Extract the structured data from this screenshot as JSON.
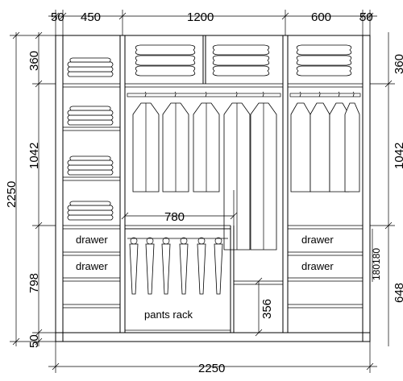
{
  "dims": {
    "top_side_left": "50",
    "top_450": "450",
    "top_1200": "1200",
    "top_600": "600",
    "top_side_right": "50",
    "left_360": "360",
    "left_1042": "1042",
    "left_2250": "2250",
    "left_798": "798",
    "left_50": "50",
    "right_360": "360",
    "right_1042": "1042",
    "right_180": "180180",
    "right_648": "648",
    "inner_780": "780",
    "inner_356": "356",
    "bottom_2250": "2250"
  },
  "labels": {
    "drawer_left_1": "drawer",
    "drawer_left_2": "drawer",
    "drawer_right_1": "drawer",
    "drawer_right_2": "drawer",
    "pants_rack": "pants rack"
  }
}
